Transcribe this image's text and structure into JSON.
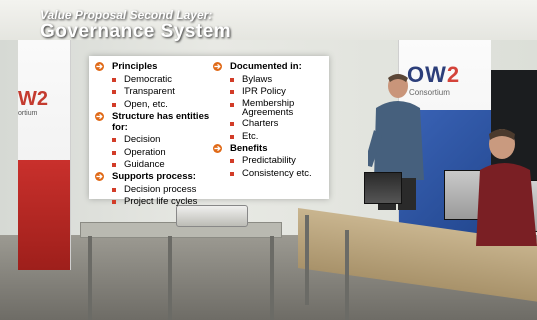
{
  "title": {
    "line1": "Value Proposal Second Layer:",
    "line2": "Governance System"
  },
  "panel": {
    "left": [
      {
        "heading": "Principles",
        "items": [
          "Democratic",
          "Transparent",
          "Open, etc."
        ]
      },
      {
        "heading": "Structure has entities for:",
        "items": [
          "Decision",
          "Operation",
          "Guidance"
        ]
      },
      {
        "heading": "Supports process:",
        "items": [
          "Decision process",
          "Project life cycles"
        ]
      }
    ],
    "right": [
      {
        "heading": "Documented in:",
        "items": [
          "Bylaws",
          "IPR Policy",
          "Membership Agreements",
          "Charters",
          "Etc."
        ]
      },
      {
        "heading": "Benefits",
        "items": [
          "Predictability",
          "Consistency etc."
        ]
      }
    ]
  },
  "scene": {
    "banner_left_logo": "W2",
    "banner_left_sub": "ortium",
    "banner_right_logo_ow": "OW",
    "banner_right_logo_2": "2",
    "banner_right_sub": "Consortium",
    "colors": {
      "accent_orange": "#e06a18",
      "bullet_red": "#d23c28",
      "ow2_blue": "#2c3e7a",
      "ow2_red": "#d4433a"
    }
  }
}
